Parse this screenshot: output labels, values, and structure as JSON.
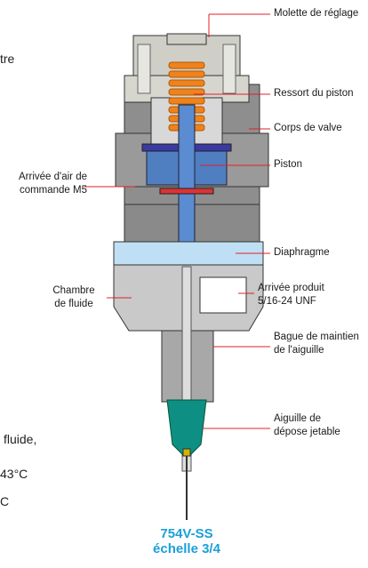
{
  "labels": {
    "molette": "Molette de réglage",
    "ressort": "Ressort du piston",
    "corps": "Corps de valve",
    "piston": "Piston",
    "air": "Arrivée d'air de\ncommande M5",
    "diaphragme": "Diaphragme",
    "produit": "Arrivée produit\n5/16-24 UNF",
    "chambre": "Chambre\nde fluide",
    "bague": "Bague de maintien\nde l'aiguille",
    "aiguille": "Aiguille de\ndépose jetable"
  },
  "fragments": {
    "tre": "tre",
    "fluide": "fluide,",
    "temp": "43°C",
    "c": "C"
  },
  "caption": {
    "model": "754V-SS",
    "scale": "échelle 3/4"
  },
  "colors": {
    "leader": "#e0202a",
    "body": "#8e8e8e",
    "cap": "#c9c9c9",
    "piston": "#4f7fc0",
    "spring": "#f0821e",
    "diaphragm": "#bfe0f4",
    "needle_tip": "#0e8f83",
    "caption": "#1aa0d8"
  }
}
